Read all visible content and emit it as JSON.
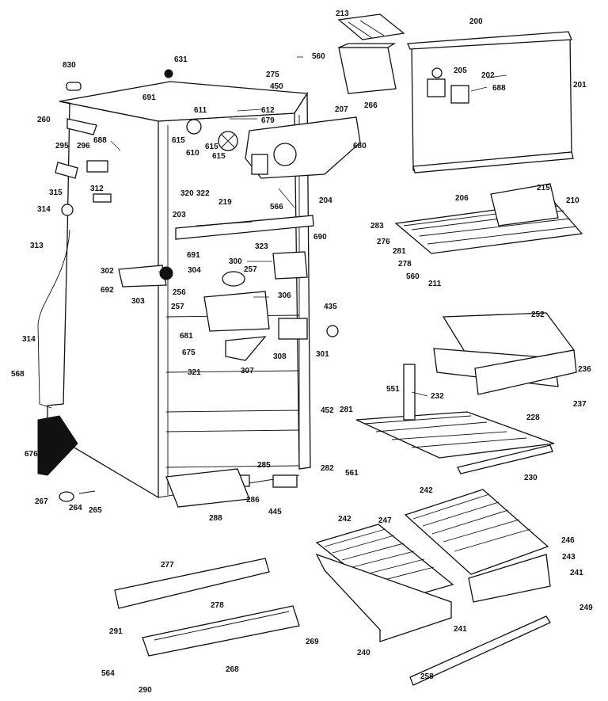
{
  "labels": [
    {
      "key": "p213",
      "text": "213"
    },
    {
      "key": "p200",
      "text": "200"
    },
    {
      "key": "p830",
      "text": "830"
    },
    {
      "key": "p631",
      "text": "631"
    },
    {
      "key": "p560a",
      "text": "560"
    },
    {
      "key": "p275",
      "text": "275"
    },
    {
      "key": "p450",
      "text": "450"
    },
    {
      "key": "p266",
      "text": "266"
    },
    {
      "key": "p205",
      "text": "205"
    },
    {
      "key": "p202",
      "text": "202"
    },
    {
      "key": "p688a",
      "text": "688"
    },
    {
      "key": "p201",
      "text": "201"
    },
    {
      "key": "p691a",
      "text": "691"
    },
    {
      "key": "p611",
      "text": "611"
    },
    {
      "key": "p612",
      "text": "612"
    },
    {
      "key": "p679",
      "text": "679"
    },
    {
      "key": "p207",
      "text": "207"
    },
    {
      "key": "p260",
      "text": "260"
    },
    {
      "key": "p295",
      "text": "295"
    },
    {
      "key": "p296",
      "text": "296"
    },
    {
      "key": "p688b",
      "text": "688"
    },
    {
      "key": "p615a",
      "text": "615"
    },
    {
      "key": "p615b",
      "text": "615"
    },
    {
      "key": "p615c",
      "text": "615"
    },
    {
      "key": "p610",
      "text": "610"
    },
    {
      "key": "p680",
      "text": "680"
    },
    {
      "key": "p315",
      "text": "315"
    },
    {
      "key": "p312",
      "text": "312"
    },
    {
      "key": "p320",
      "text": "320"
    },
    {
      "key": "p322",
      "text": "322"
    },
    {
      "key": "p314a",
      "text": "314"
    },
    {
      "key": "p219",
      "text": "219"
    },
    {
      "key": "p566",
      "text": "566"
    },
    {
      "key": "p204",
      "text": "204"
    },
    {
      "key": "p206",
      "text": "206"
    },
    {
      "key": "p215",
      "text": "215"
    },
    {
      "key": "p210",
      "text": "210"
    },
    {
      "key": "p203",
      "text": "203"
    },
    {
      "key": "p283",
      "text": "283"
    },
    {
      "key": "p313",
      "text": "313"
    },
    {
      "key": "p323",
      "text": "323"
    },
    {
      "key": "p690",
      "text": "690"
    },
    {
      "key": "p276",
      "text": "276"
    },
    {
      "key": "p691b",
      "text": "691"
    },
    {
      "key": "p281a",
      "text": "281"
    },
    {
      "key": "p300",
      "text": "300"
    },
    {
      "key": "p278a",
      "text": "278"
    },
    {
      "key": "p302",
      "text": "302"
    },
    {
      "key": "p304",
      "text": "304"
    },
    {
      "key": "p257a",
      "text": "257"
    },
    {
      "key": "p560b",
      "text": "560"
    },
    {
      "key": "p211",
      "text": "211"
    },
    {
      "key": "p692",
      "text": "692"
    },
    {
      "key": "p303",
      "text": "303"
    },
    {
      "key": "p256",
      "text": "256"
    },
    {
      "key": "p306",
      "text": "306"
    },
    {
      "key": "p435",
      "text": "435"
    },
    {
      "key": "p257b",
      "text": "257"
    },
    {
      "key": "p252",
      "text": "252"
    },
    {
      "key": "p681",
      "text": "681"
    },
    {
      "key": "p314b",
      "text": "314"
    },
    {
      "key": "p308",
      "text": "308"
    },
    {
      "key": "p301",
      "text": "301"
    },
    {
      "key": "p675",
      "text": "675"
    },
    {
      "key": "p307",
      "text": "307"
    },
    {
      "key": "p568",
      "text": "568"
    },
    {
      "key": "p236",
      "text": "236"
    },
    {
      "key": "p321",
      "text": "321"
    },
    {
      "key": "p551",
      "text": "551"
    },
    {
      "key": "p232",
      "text": "232"
    },
    {
      "key": "p237",
      "text": "237"
    },
    {
      "key": "p452",
      "text": "452"
    },
    {
      "key": "p281b",
      "text": "281"
    },
    {
      "key": "p228",
      "text": "228"
    },
    {
      "key": "p676",
      "text": "676"
    },
    {
      "key": "p282",
      "text": "282"
    },
    {
      "key": "p561",
      "text": "561"
    },
    {
      "key": "p285",
      "text": "285"
    },
    {
      "key": "p230",
      "text": "230"
    },
    {
      "key": "p267",
      "text": "267"
    },
    {
      "key": "p286",
      "text": "286"
    },
    {
      "key": "p264",
      "text": "264"
    },
    {
      "key": "p265",
      "text": "265"
    },
    {
      "key": "p288",
      "text": "288"
    },
    {
      "key": "p445",
      "text": "445"
    },
    {
      "key": "p242a",
      "text": "242"
    },
    {
      "key": "p242b",
      "text": "242"
    },
    {
      "key": "p247",
      "text": "247"
    },
    {
      "key": "p246",
      "text": "246"
    },
    {
      "key": "p277",
      "text": "277"
    },
    {
      "key": "p243",
      "text": "243"
    },
    {
      "key": "p241a",
      "text": "241"
    },
    {
      "key": "p278b",
      "text": "278"
    },
    {
      "key": "p249",
      "text": "249"
    },
    {
      "key": "p291",
      "text": "291"
    },
    {
      "key": "p241b",
      "text": "241"
    },
    {
      "key": "p269",
      "text": "269"
    },
    {
      "key": "p268",
      "text": "268"
    },
    {
      "key": "p240",
      "text": "240"
    },
    {
      "key": "p564",
      "text": "564"
    },
    {
      "key": "p290",
      "text": "290"
    },
    {
      "key": "p258",
      "text": "258"
    }
  ]
}
